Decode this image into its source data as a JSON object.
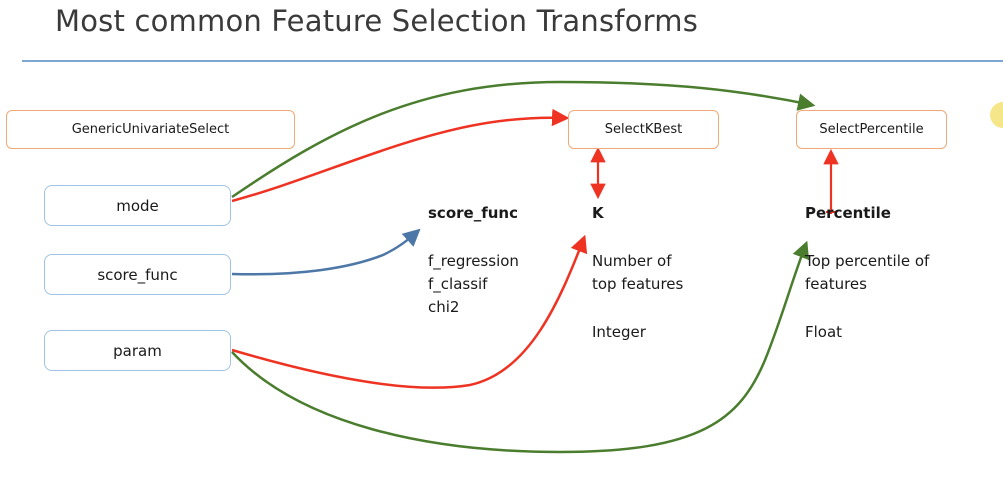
{
  "title": "Most common Feature Selection Transforms",
  "boxes": {
    "generic": "GenericUnivariateSelect",
    "kbest": "SelectKBest",
    "percentile": "SelectPercentile",
    "mode": "mode",
    "score_func": "score_func",
    "param": "param"
  },
  "score_func_col": {
    "heading": "score_func",
    "items": [
      "f_regression",
      "f_classif",
      "chi2"
    ]
  },
  "k_col": {
    "heading": "K",
    "line1": "Number of",
    "line2": "top features",
    "type": "Integer"
  },
  "percentile_col": {
    "heading": "Percentile",
    "line1": "Top percentile of",
    "line2": "features",
    "type": "Float"
  },
  "colors": {
    "red": "#ee3322",
    "green": "#4b7d2e",
    "blue": "#4d77a6",
    "orange_border": "#f0a977",
    "blue_border": "#9ec3e6",
    "rule": "#7ea6d3"
  }
}
